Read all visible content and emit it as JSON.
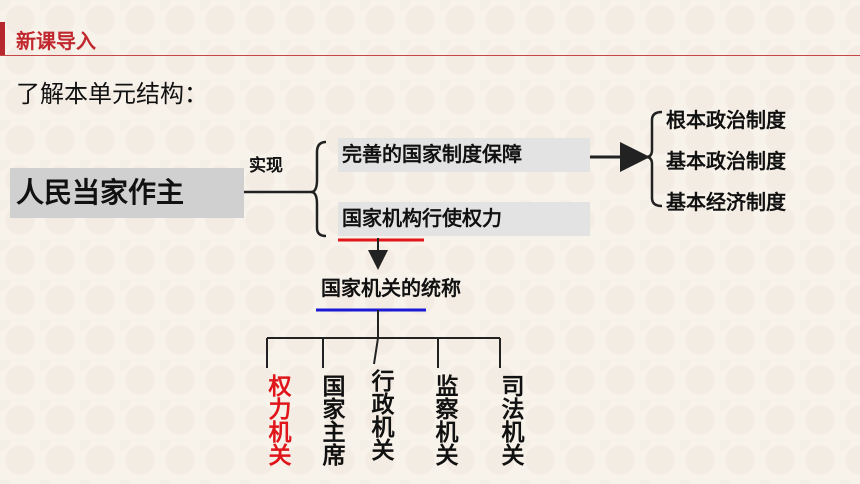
{
  "header": {
    "title": "新课导入"
  },
  "intro": "了解本单元结构：",
  "diagram": {
    "root": "人民当家作主",
    "relation": "实现",
    "branches": [
      "完善的国家制度保障",
      "国家机构行使权力"
    ],
    "systems": [
      "根本政治制度",
      "基本政治制度",
      "基本经济制度"
    ],
    "collective_name": "国家机关的统称",
    "organs": [
      "权力机关",
      "国家主席",
      "行政机关",
      "监察机关",
      "司法机关"
    ]
  },
  "colors": {
    "accent_red": "#c0282e",
    "highlight_red": "#e0151b",
    "underline_blue": "#1a1ad6"
  }
}
